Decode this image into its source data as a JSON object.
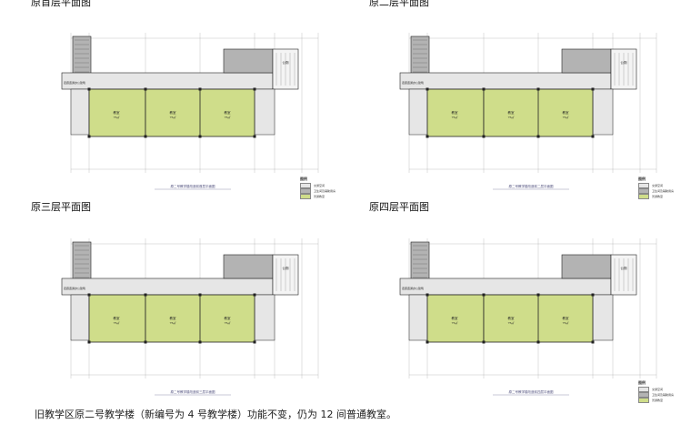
{
  "panels": [
    {
      "title": "原首层平面图",
      "sheet_caption": "原二号教学楼改造前首层平面图",
      "north_room": "教室",
      "north_room_area": "75㎡",
      "wc_label": "公厕",
      "side_label": "走廊连通办公建筑"
    },
    {
      "title": "原二层平面图",
      "sheet_caption": "原二号教学楼改造前二层平面图",
      "north_room": "教室",
      "north_room_area": "75㎡",
      "wc_label": "公厕",
      "side_label": "走廊连通办公建筑"
    },
    {
      "title": "原三层平面图",
      "sheet_caption": "原二号教学楼改造前三层平面图",
      "north_room": "教室",
      "north_room_area": "75㎡",
      "wc_label": "公厕",
      "side_label": "走廊连通办公建筑"
    },
    {
      "title": "原四层平面图",
      "sheet_caption": "原二号教学楼改造前四层平面图",
      "north_room": "教室",
      "north_room_area": "75㎡",
      "wc_label": "公厕",
      "side_label": "走廊连通办公建筑"
    }
  ],
  "legend": {
    "title": "图例",
    "items": [
      {
        "label": "交通空间",
        "color": "#e6e6e6"
      },
      {
        "label": "卫生间及辅助用房",
        "color": "#b3b3b3"
      },
      {
        "label": "普通教室",
        "color": "#cfdd8a"
      }
    ]
  },
  "caption": "旧教学区原二号教学楼（新编号为 4 号教学楼）功能不变，仍为 12 间普通教室。",
  "colors": {
    "classroom": "#cfdd8a",
    "corridor": "#e6e6e6",
    "service": "#b3b3b3",
    "wall": "#222222",
    "grid": "#9a9a9a"
  }
}
